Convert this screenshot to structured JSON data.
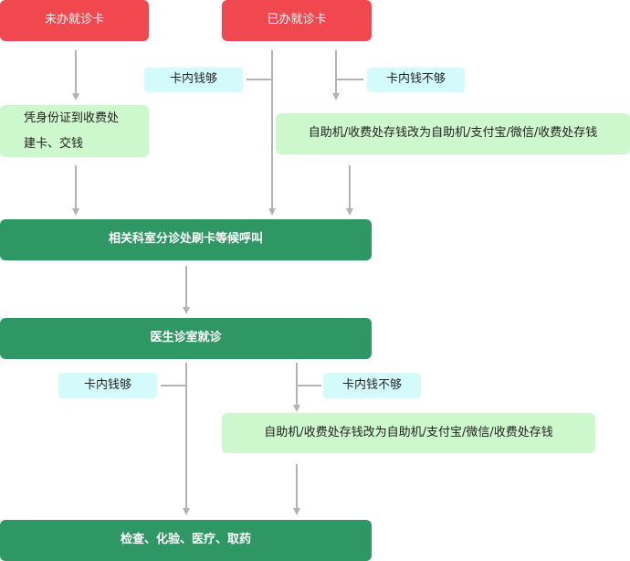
{
  "nodes": {
    "no_card": "未办就诊卡",
    "has_card": "已办就诊卡",
    "id_card_line1": "凭身份证到收费处",
    "id_card_line2": "建卡、交钱",
    "top_enough": "卡内钱够",
    "top_not_enough": "卡内钱不够",
    "top_deposit": "自助机/收费处存钱改为自助机/支付宝/微信/收费处存钱",
    "swipe_wait": "相关科室分诊处刷卡等候呼叫",
    "doctor": "医生诊室就诊",
    "mid_enough": "卡内钱够",
    "mid_not_enough": "卡内钱不够",
    "mid_deposit": "自助机/收费处存钱改为自助机/支付宝/微信/收费处存钱",
    "final": "检查、化验、医疗、取药"
  },
  "colors": {
    "start": "#f0484e",
    "main": "#2f9764",
    "step": "#cdf7cc",
    "condition": "#d4fbfb",
    "connector": "#b3b3b3"
  }
}
